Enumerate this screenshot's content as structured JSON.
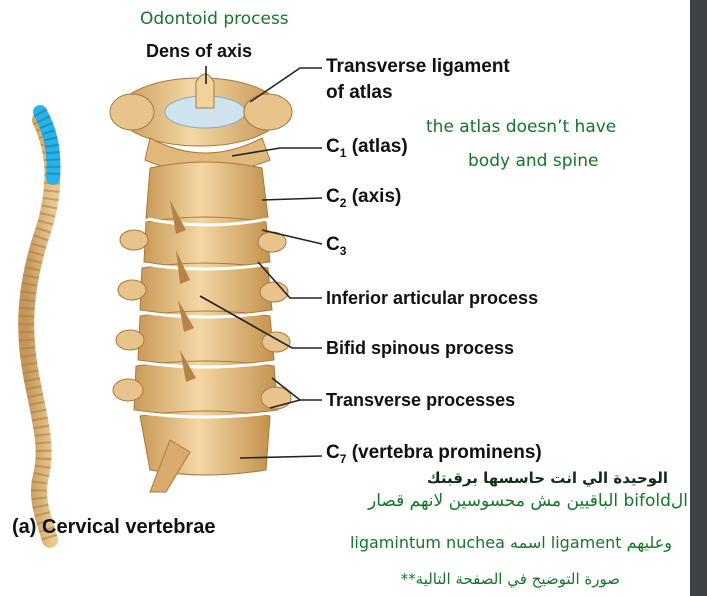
{
  "labels": {
    "odontoid": "Odontoid process",
    "dens": "Dens of axis",
    "transverse_ligament_1": "Transverse ligament",
    "transverse_ligament_2": "of atlas",
    "c1_prefix": "C",
    "c1_sub": "1",
    "c1_suffix": " (atlas)",
    "c2_prefix": "C",
    "c2_sub": "2",
    "c2_suffix": " (axis)",
    "c3_prefix": "C",
    "c3_sub": "3",
    "inferior_articular": "Inferior articular process",
    "bifid_spinous": "Bifid spinous process",
    "transverse_processes": "Transverse processes",
    "c7_prefix": "C",
    "c7_sub": "7",
    "c7_suffix": " (vertebra prominens)",
    "caption": "(a) Cervical vertebrae"
  },
  "notes": {
    "atlas_line1": "the atlas doesn’t have",
    "atlas_line2": "body and spine",
    "arabic_1": "الوحيدة الي انت حاسسها برقبتك",
    "arabic_2": "الbifold الباقيين مش محسوسين لانهم قصار",
    "arabic_3": "وعليهم ligament اسمه ligamintum nuchea",
    "arabic_4": "صورة التوضيح في الصفحة التالية**"
  },
  "colors": {
    "bone": "#e8c48c",
    "bone_shadow": "#c79a5c",
    "cartilage": "#cfe3ee",
    "spine_highlight": "#2ab1e6",
    "note_green": "#17752b",
    "label_black": "#111111",
    "leader_line": "#222222",
    "sidebar": "#3e4244"
  }
}
